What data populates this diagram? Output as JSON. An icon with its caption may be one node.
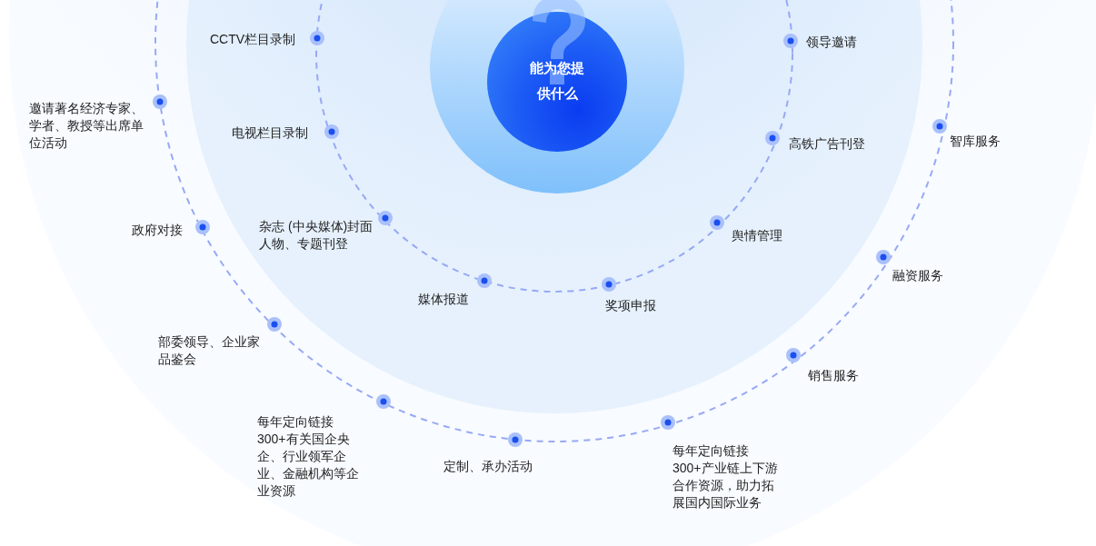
{
  "diagram": {
    "nodes": [
      {
        "text": [
          "能为您提供什么"
        ]
      }
    ],
    "labels": [
      "CCTV栏目录制",
      "领导邀请",
      "邀请著名经济专家、学者、教授等出席单位活动",
      "电视栏目录制",
      "高铁广告刊登",
      "智库服务",
      "杂志 (中央媒体)封面人物、专题刊登",
      "政府对接",
      "舆情管理",
      "融资服务",
      "媒体报道",
      "奖项申报",
      "部委领导、企业家品鉴会",
      "销售服务",
      "每年定向链接300+有关国企央企、行业领军企业、金融机构等企业资源",
      "定制、承办活动",
      "每年定向链接300+产业链上下游合作资源，助力拓展国内国际业务"
    ]
  }
}
